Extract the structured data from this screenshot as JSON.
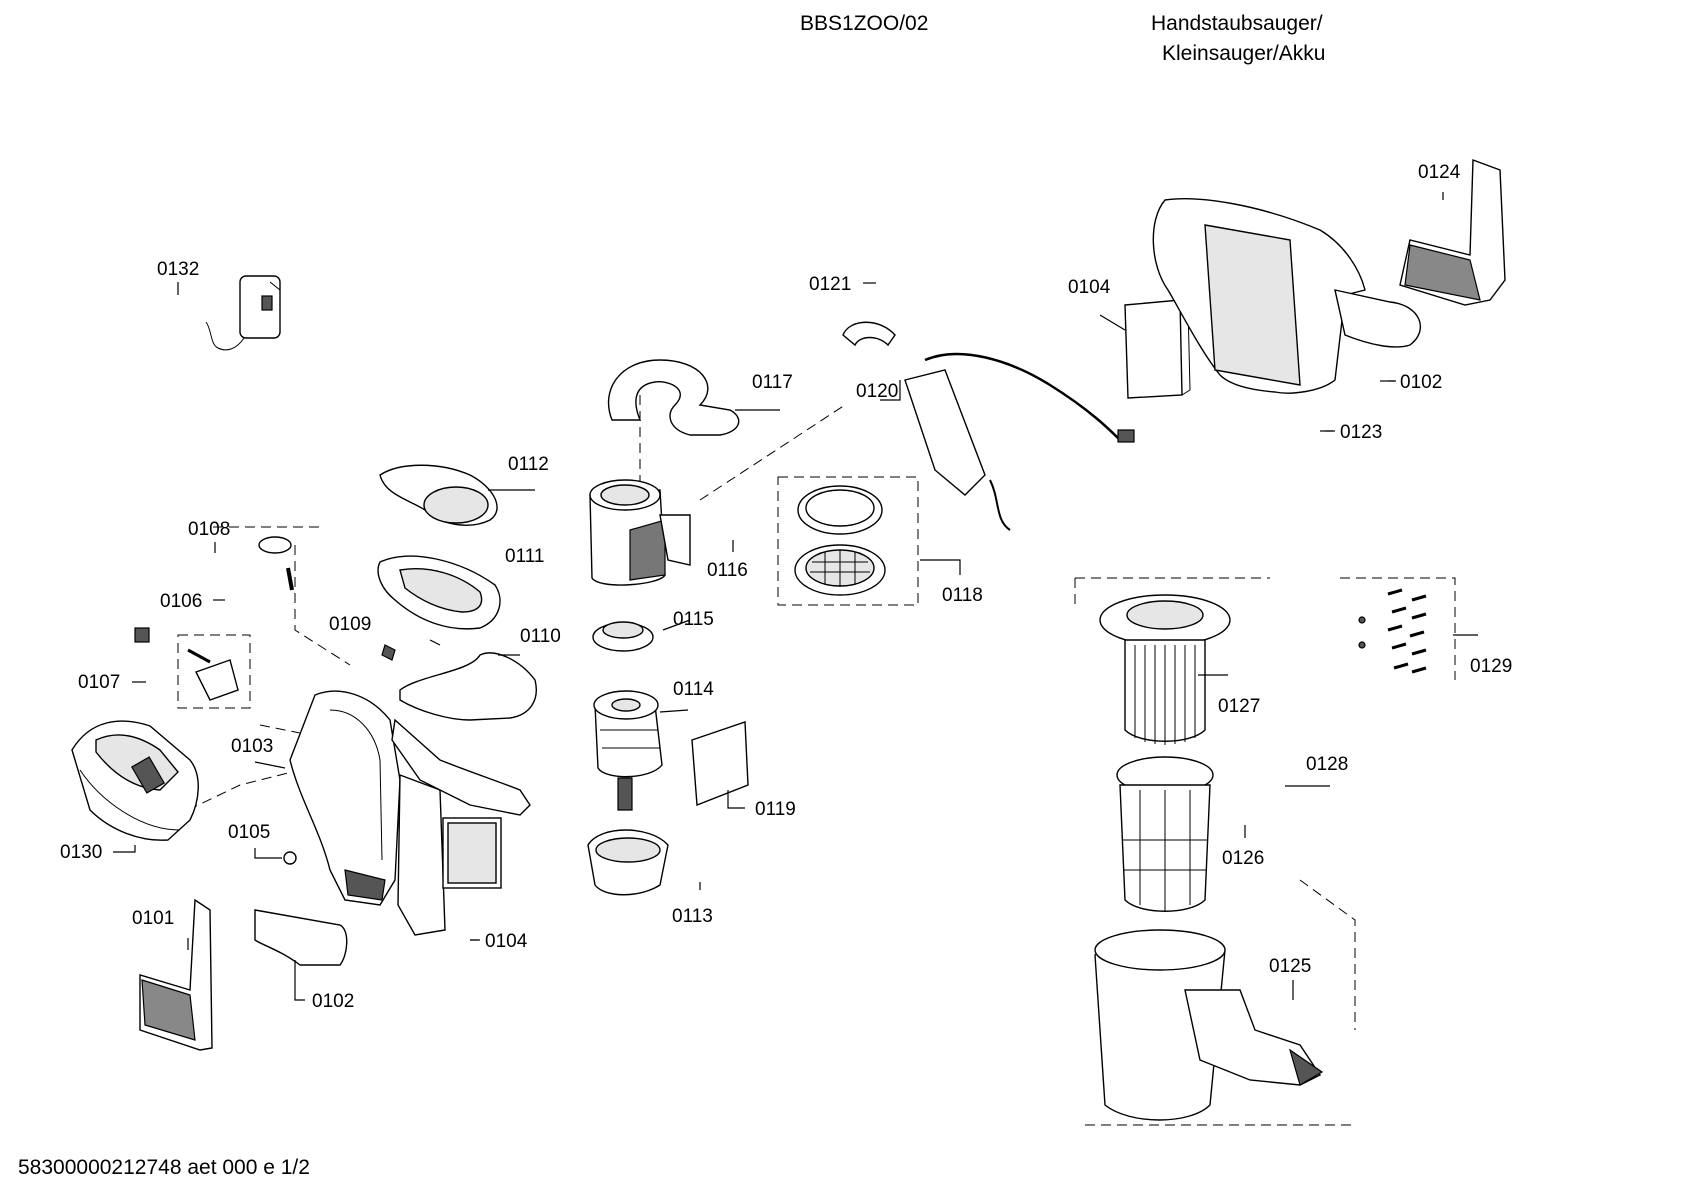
{
  "header": {
    "model": "BBS1ZOO/02",
    "category_line1": "Handstaubsauger/",
    "category_line2": "Kleinsauger/Akku"
  },
  "footer": {
    "doc_id": "58300000212748 aet 000 e 1/2"
  },
  "callouts": {
    "c0101": "0101",
    "c0102a": "0102",
    "c0102b": "0102",
    "c0103": "0103",
    "c0104a": "0104",
    "c0104b": "0104",
    "c0105": "0105",
    "c0106": "0106",
    "c0107": "0107",
    "c0108": "0108",
    "c0109": "0109",
    "c0110": "0110",
    "c0111": "0111",
    "c0112": "0112",
    "c0113": "0113",
    "c0114": "0114",
    "c0115": "0115",
    "c0116": "0116",
    "c0117": "0117",
    "c0118": "0118",
    "c0119": "0119",
    "c0120": "0120",
    "c0121": "0121",
    "c0123": "0123",
    "c0124": "0124",
    "c0125": "0125",
    "c0126": "0126",
    "c0127": "0127",
    "c0128": "0128",
    "c0129": "0129",
    "c0130": "0130",
    "c0132": "0132"
  }
}
